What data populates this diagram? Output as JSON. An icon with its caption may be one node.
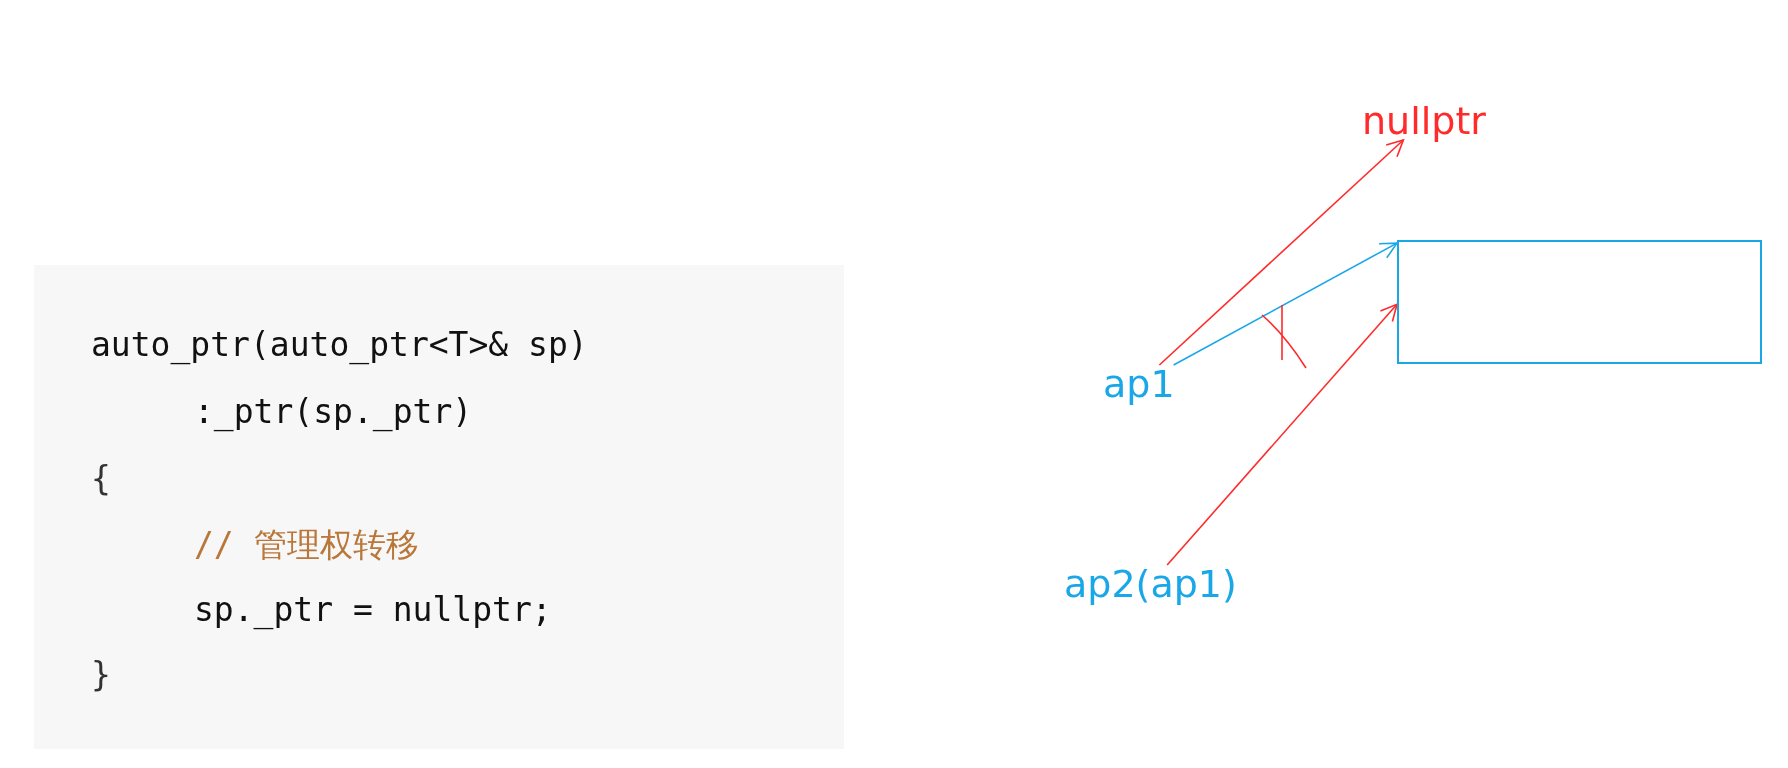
{
  "diagram": {
    "nodes": [
      {
        "text": [
          "nullptr"
        ]
      },
      {
        "text": [],
        "shape": "box"
      },
      {
        "text": [
          "ap1"
        ]
      },
      {
        "text": [
          "ap2(ap1)"
        ]
      }
    ],
    "edges": [
      {
        "from": 2,
        "to": 0,
        "arrow": "to"
      },
      {
        "from": 2,
        "to": 1,
        "arrow": "to",
        "color": "#1aa7e8"
      },
      {
        "from": 3,
        "to": 1,
        "arrow": "to"
      }
    ],
    "labels": [
      "auto_ptr(auto_ptr<T>& sp)",
      ":_ptr(sp._ptr)",
      "{",
      "// 管理权转移",
      "sp._ptr = nullptr;",
      "}"
    ]
  }
}
